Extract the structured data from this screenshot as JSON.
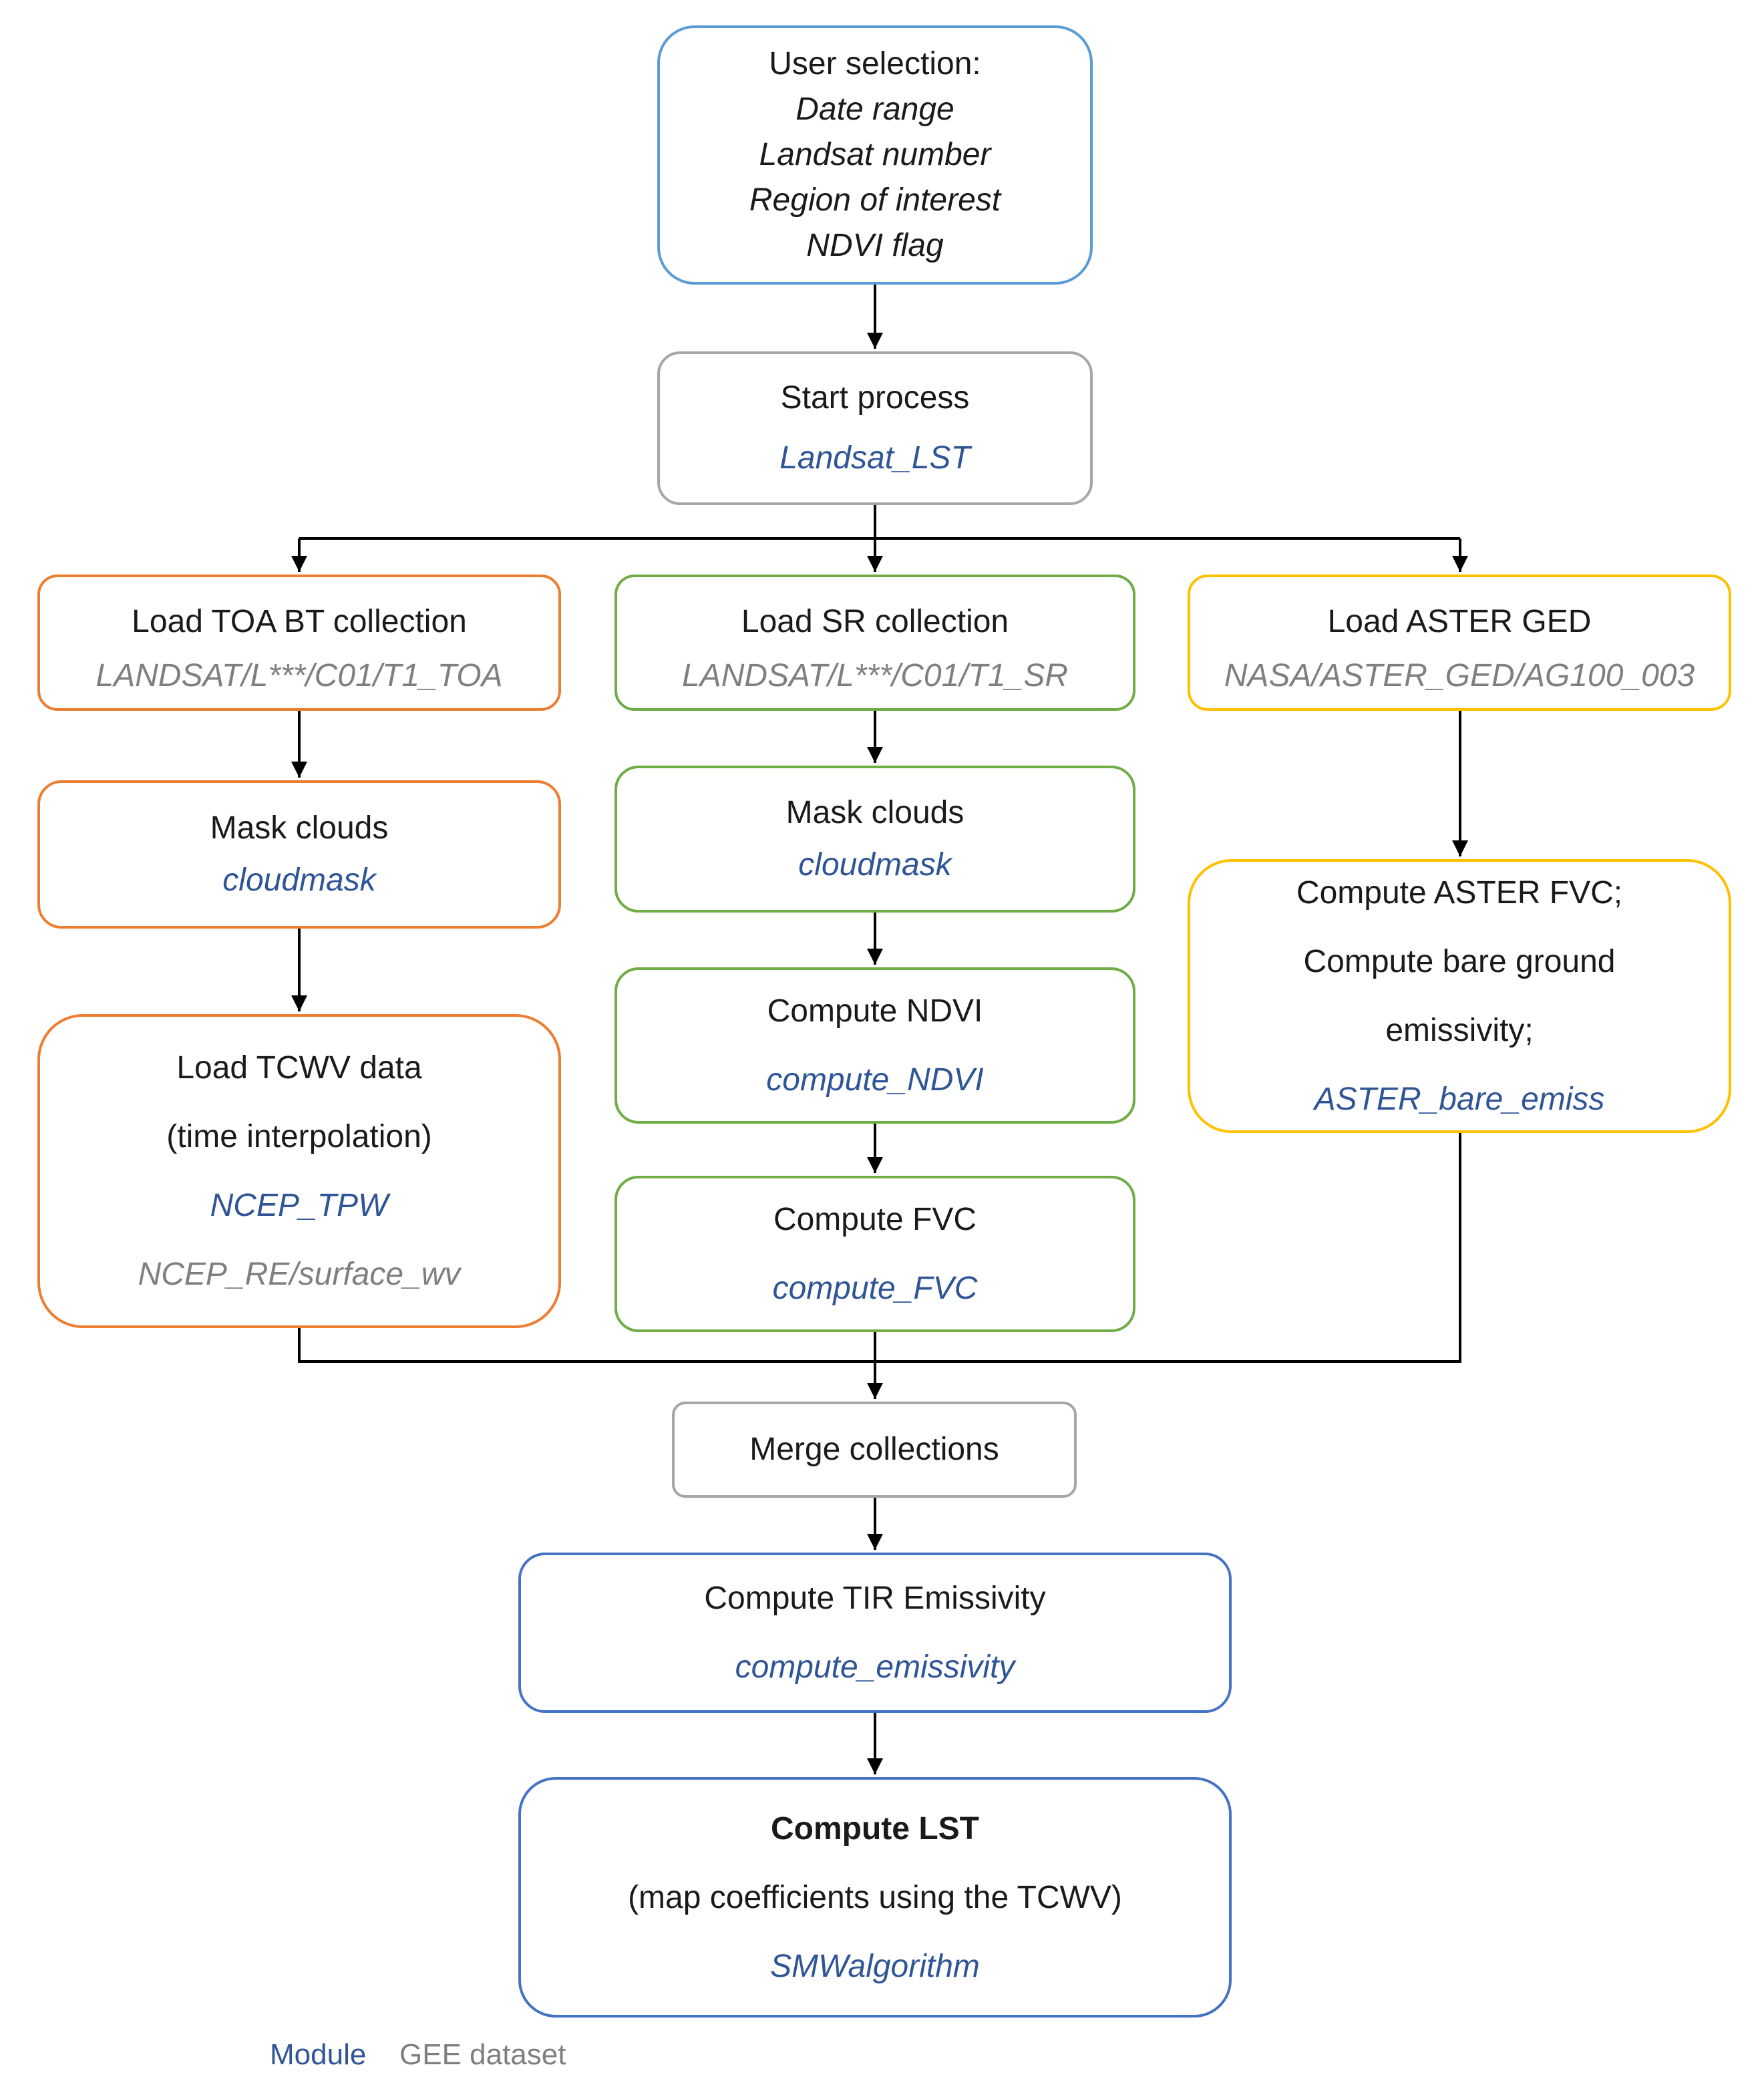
{
  "colors": {
    "input_border": "#5b9bd5",
    "process_border": "#a6a6a6",
    "toa_border": "#ed7d31",
    "sr_border": "#70ad47",
    "aster_border": "#ffc000",
    "compute_border": "#4472c4",
    "module_text": "#2f5597",
    "dataset_text": "#7f7f7f",
    "arrow": "#000000"
  },
  "nodes": {
    "user_selection": {
      "title": "User selection:",
      "items": [
        "Date range",
        "Landsat number",
        "Region of interest",
        "NDVI flag"
      ]
    },
    "start_process": {
      "title": "Start process",
      "module": "Landsat_LST"
    },
    "load_toa": {
      "title": "Load TOA BT collection",
      "dataset": "LANDSAT/L***/C01/T1_TOA"
    },
    "load_sr": {
      "title": "Load SR collection",
      "dataset": "LANDSAT/L***/C01/T1_SR"
    },
    "load_aster": {
      "title": "Load ASTER GED",
      "dataset": "NASA/ASTER_GED/AG100_003"
    },
    "mask_clouds_toa": {
      "title": "Mask clouds",
      "module": "cloudmask"
    },
    "mask_clouds_sr": {
      "title": "Mask clouds",
      "module": "cloudmask"
    },
    "load_tcwv": {
      "title": "Load TCWV data",
      "subtitle": "(time interpolation)",
      "module": "NCEP_TPW",
      "dataset": "NCEP_RE/surface_wv"
    },
    "compute_ndvi": {
      "title": "Compute NDVI",
      "module": "compute_NDVI"
    },
    "compute_fvc": {
      "title": "Compute FVC",
      "module": "compute_FVC"
    },
    "aster_fvc": {
      "lines": [
        "Compute ASTER FVC;",
        "Compute bare ground",
        "emissivity;"
      ],
      "module": "ASTER_bare_emiss"
    },
    "merge": {
      "title": "Merge collections"
    },
    "compute_emissivity": {
      "title": "Compute TIR Emissivity",
      "module": "compute_emissivity"
    },
    "compute_lst": {
      "title": "Compute LST",
      "subtitle": "(map coefficients using the TCWV)",
      "module": "SMWalgorithm"
    }
  },
  "legend": {
    "module": "Module",
    "dataset": "GEE dataset"
  }
}
